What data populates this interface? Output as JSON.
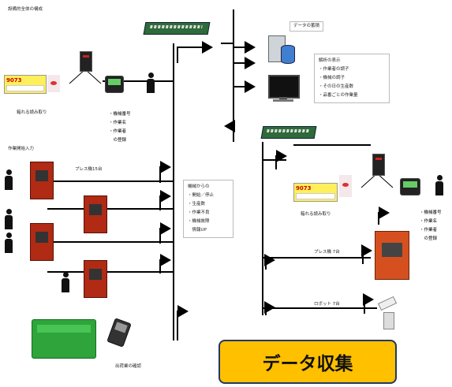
{
  "title": "設備的全体の構成",
  "labels": {
    "data_storage": "データの蓄積",
    "label_reading_left": "箱れる読み取り",
    "work_start_input": "作業開始入力",
    "press_left": "プレス機15台",
    "label_reading_right": "箱れる読み取り",
    "press_right": "プレス機 7台",
    "robot": "ロボット 7台",
    "output_check": "出荷業の確認"
  },
  "lists": {
    "analysis": [
      "解析の表示",
      "・作業者の調子",
      "・機械の調子",
      "・その日の生産数",
      "・品番ごとの作業量"
    ],
    "reg_left": [
      "・機械番号",
      "・作業名",
      "・作業者",
      "　の登録"
    ],
    "machine": [
      "機械からの",
      "・開始／停止",
      "・生産数",
      "・作業不良",
      "・機械故障",
      "　情報UP"
    ],
    "reg_right": [
      "・機械番号",
      "・作業名",
      "・作業者",
      "　の登録"
    ]
  },
  "banner": "データ収集",
  "screen_value": "9073",
  "colors": {
    "banner_bg": "#ffc000",
    "banner_border": "#1f3864",
    "switch": "#2e6b3a",
    "press": "#b02a14",
    "crate": "#2ea43a"
  }
}
